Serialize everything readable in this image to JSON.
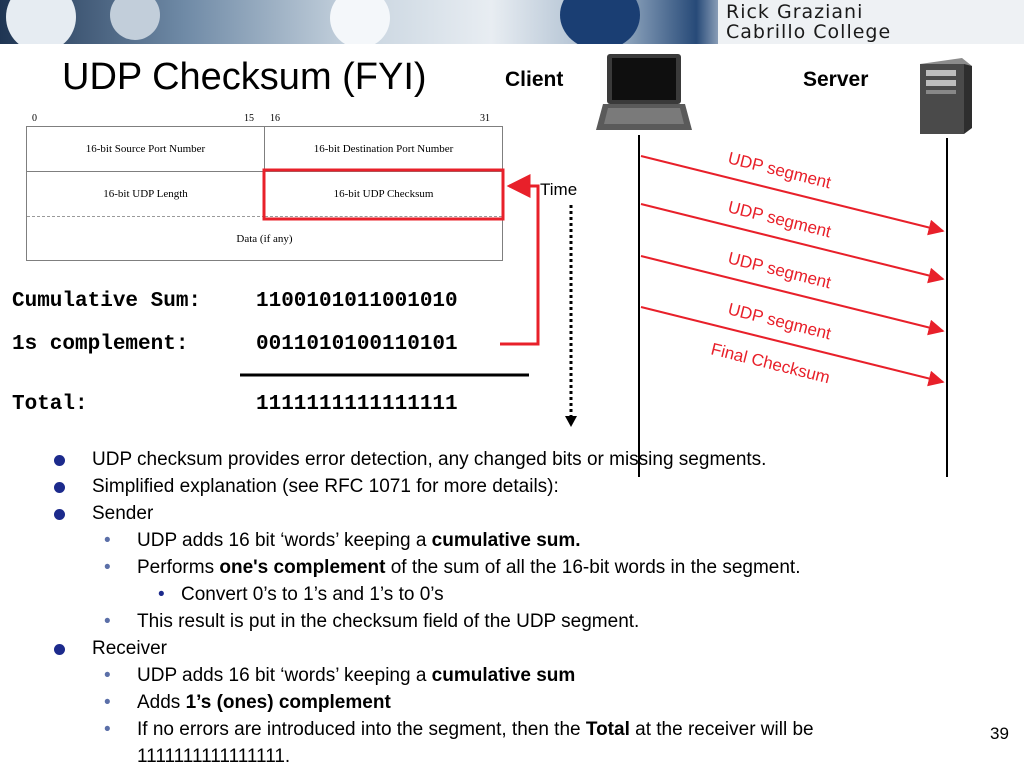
{
  "banner": {
    "name": "Rick Graziani",
    "college": "Cabrillo College"
  },
  "title": "UDP Checksum (FYI)",
  "client_label": "Client",
  "server_label": "Server",
  "header_table": {
    "bit_numbers": [
      "0",
      "15",
      "16",
      "31"
    ],
    "source_port": "16-bit Source Port Number",
    "destination_port": "16-bit Destination Port Number",
    "length": "16-bit UDP Length",
    "checksum": "16-bit UDP Checksum",
    "data": "Data (if any)"
  },
  "calc": {
    "cumulative_label": "Cumulative Sum:",
    "cumulative_value": "1100101011001010",
    "complement_label": "1s complement:",
    "complement_value": "0011010100110101",
    "total_label": "Total:",
    "total_value": "1111111111111111"
  },
  "time_label": "Time",
  "segments": [
    "UDP segment",
    "UDP segment",
    "UDP segment",
    "UDP segment"
  ],
  "final_checksum": "Final Checksum",
  "colors": {
    "accent_red": "#e8202a",
    "bullet_blue": "#1c2a8c",
    "sub_bullet": "#5b6fa8"
  },
  "bullets": {
    "b1": "UDP checksum provides error detection, any changed bits or missing segments.",
    "b2": "Simplified explanation (see RFC 1071 for more details):",
    "b3": "Sender",
    "s1a": "UDP adds 16 bit ‘words’ keeping a ",
    "s1b": "cumulative sum.",
    "s2a": "Performs ",
    "s2b": "one's complement",
    "s2c": " of the sum of all the 16-bit words in the  segment.",
    "s3": "Convert 0’s to 1’s and 1’s to 0’s",
    "s4": "This result is put in the checksum field of the UDP segment.",
    "b4": "Receiver",
    "r1a": "UDP adds 16 bit ‘words’ keeping a ",
    "r1b": "cumulative sum",
    "r2a": "Adds ",
    "r2b": "1’s (ones) complement",
    "r3a": "If no errors are introduced into the segment, then the ",
    "r3b": "Total",
    "r3c": " at the receiver will be",
    "r3d": "1111111111111111."
  },
  "slide_number": "39"
}
